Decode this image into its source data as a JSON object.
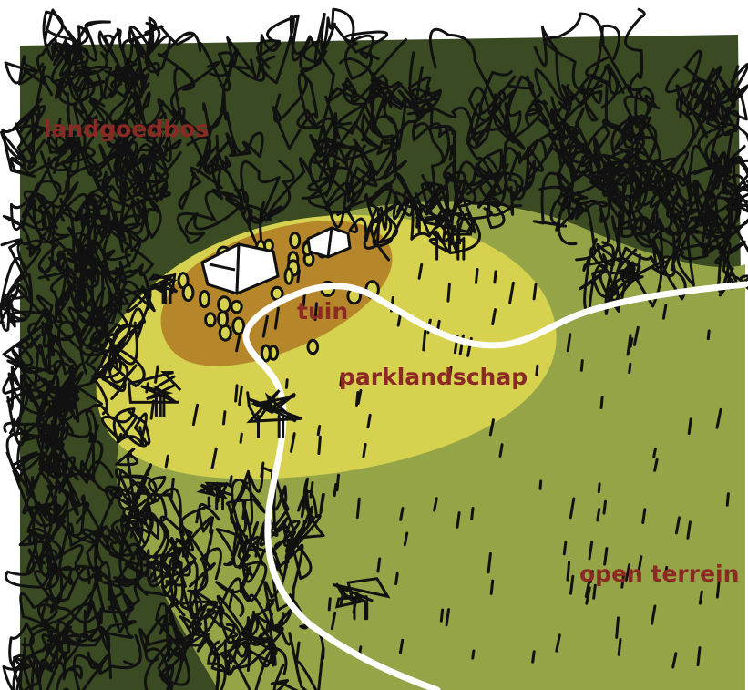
{
  "labels": {
    "forest": "landgoedbos",
    "garden": "tuin",
    "park": "parklandschap",
    "open": "open terrein"
  },
  "colors": {
    "label_text": "#8b2a25",
    "forest_green": "#3a4a22",
    "meadow_green": "#95a447",
    "park_yellow": "#d6d24f",
    "garden_ochre": "#b6872a",
    "path_white": "#ffffff",
    "scribble_black": "#111111"
  }
}
